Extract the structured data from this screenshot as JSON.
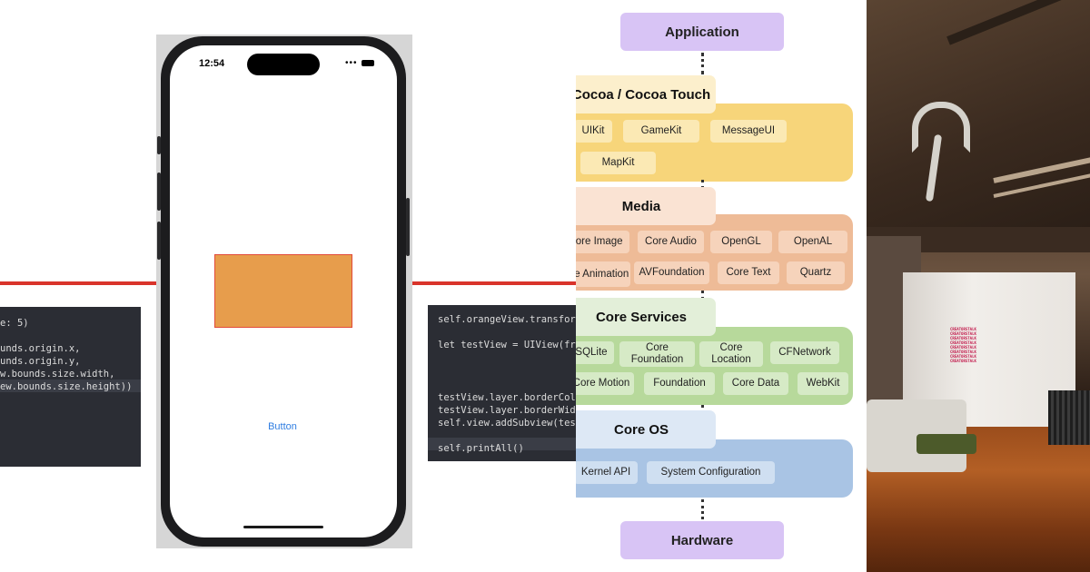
{
  "left_panel": {
    "phone": {
      "status_time": "12:54",
      "status_icons": "••• ⌔",
      "button_label": "Button"
    },
    "code_left": {
      "lines": [
        "e: 5)",
        "",
        "unds.origin.x,",
        "unds.origin.y,",
        "w.bounds.size.width,",
        "ew.bounds.size.height))"
      ]
    },
    "code_right": {
      "lines": [
        "self.orangeView.transfor",
        "",
        "let testView = UIView(fr",
        "",
        "",
        "",
        "testView.layer.borderCol",
        "testView.layer.borderWid",
        "self.view.addSubview(tes",
        "",
        "self.printAll()"
      ]
    },
    "colors": {
      "orange_view": "#e79d4c",
      "orange_border": "#e24a39",
      "red_line": "#d9342b",
      "code_bg": "#2b2d34"
    }
  },
  "diagram": {
    "top_label": "Application",
    "bottom_label": "Hardware",
    "layers": [
      {
        "name": "Cocoa / Cocoa Touch",
        "items": [
          "UIKit",
          "GameKit",
          "MessageUI",
          "MapKit"
        ],
        "head_color": "#fcefcc",
        "box_color": "#f7d57a",
        "chip_color": "#fbe9b4"
      },
      {
        "name": "Media",
        "items": [
          "Core Image",
          "Core Audio",
          "OpenGL",
          "OpenAL",
          "Core Animation",
          "AVFoundation",
          "Core Text",
          "Quartz"
        ],
        "head_color": "#fae3d3",
        "box_color": "#eebb97",
        "chip_color": "#f6d3bb"
      },
      {
        "name": "Core Services",
        "items": [
          "SQLite",
          "Core Foundation",
          "Core Location",
          "CFNetwork",
          "Core Motion",
          "Foundation",
          "Core Data",
          "WebKit"
        ],
        "head_color": "#e3efd9",
        "box_color": "#b7d99b",
        "chip_color": "#d6eac6"
      },
      {
        "name": "Core OS",
        "items": [
          "Kernel API",
          "System Configuration"
        ],
        "head_color": "#dde8f5",
        "box_color": "#a9c4e4",
        "chip_color": "#cfdff1"
      }
    ],
    "pill_color": "#d8c4f5"
  },
  "photo": {
    "sign_text": "CREATORSTALK CREATORSTALK CREATORSTALK CREATORSTALK CREATORSTALK CREATORSTALK CREATORSTALK CREATORSTALK"
  }
}
